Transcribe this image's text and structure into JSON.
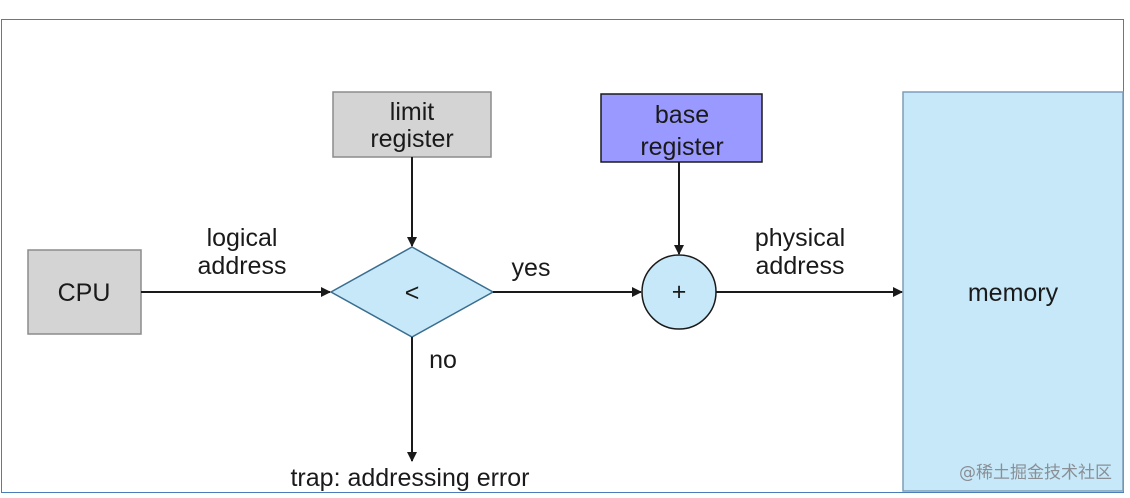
{
  "diagram": {
    "nodes": {
      "cpu": "CPU",
      "limit_register": [
        "limit",
        "register"
      ],
      "base_register": [
        "base",
        "register"
      ],
      "compare_symbol": "<",
      "add_symbol": "+",
      "memory": "memory"
    },
    "edge_labels": {
      "logical_address": [
        "logical",
        "address"
      ],
      "yes": "yes",
      "no": "no",
      "physical_address": [
        "physical",
        "address"
      ],
      "trap": "trap: addressing error"
    },
    "colors": {
      "gray_box": "#d4d4d4",
      "base_box": "#9999ff",
      "light_blue": "#c6e8f8",
      "frame": "#4a7ebb"
    }
  },
  "watermark": "@稀土掘金技术社区"
}
